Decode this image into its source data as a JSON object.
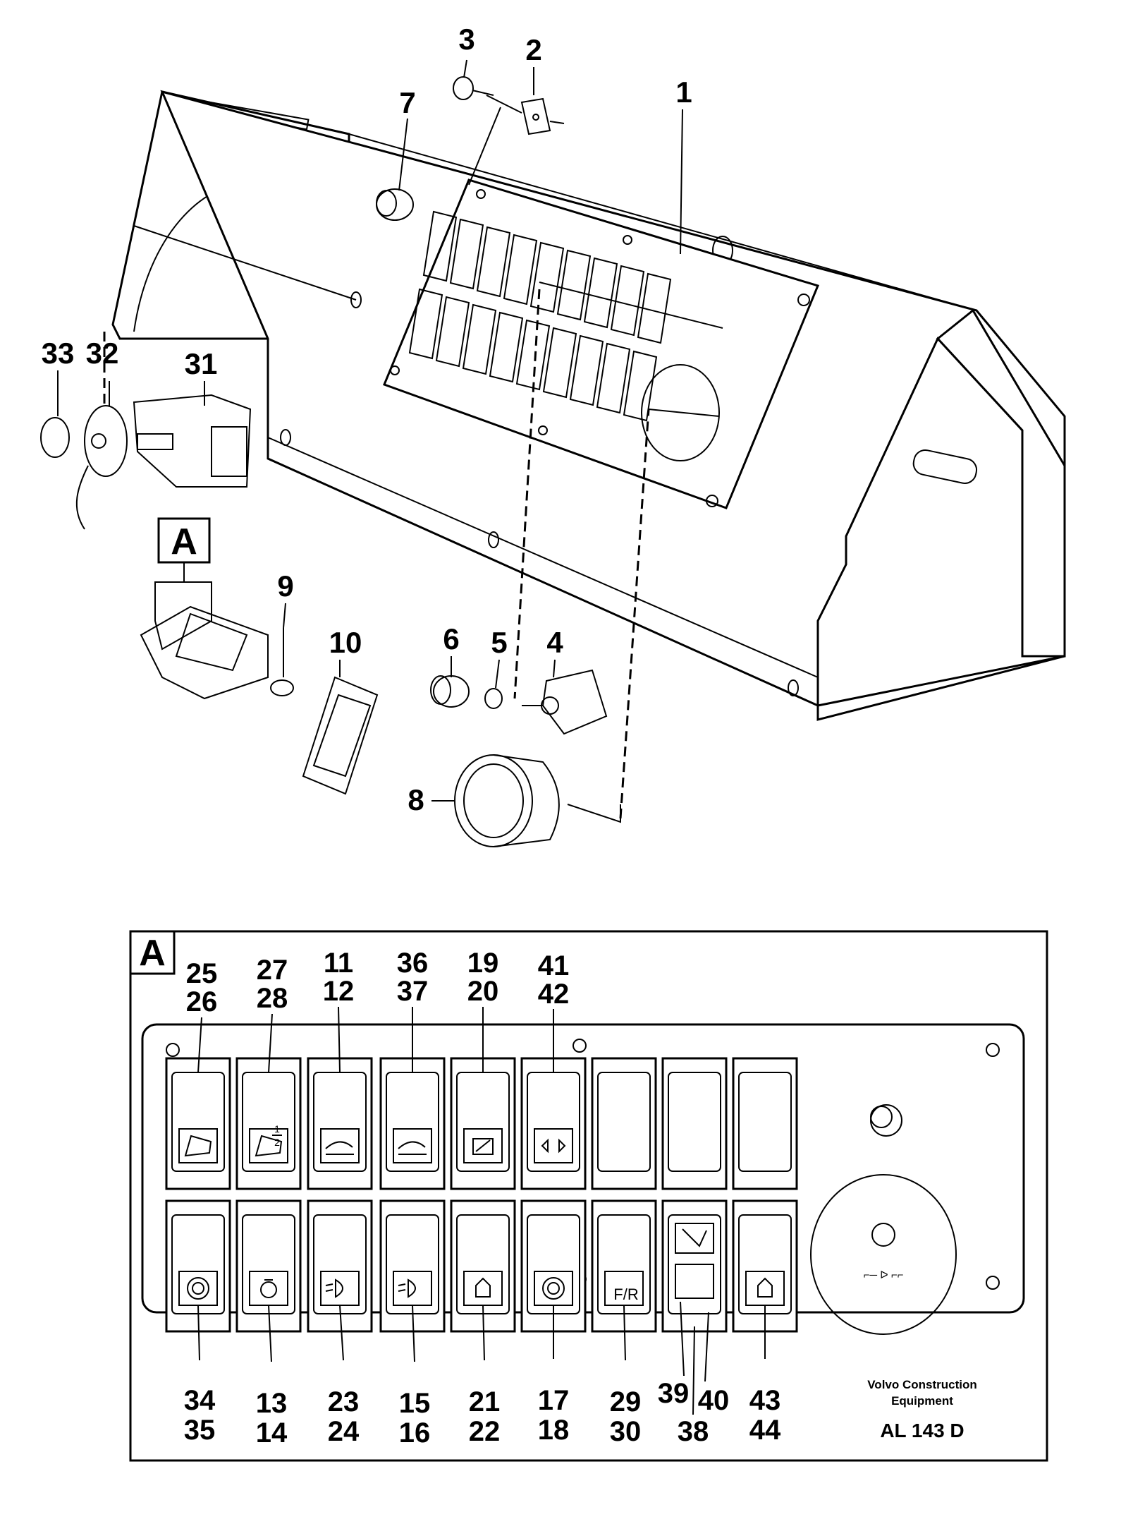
{
  "top_callouts": [
    "1",
    "2",
    "3",
    "4",
    "5",
    "6",
    "7",
    "8",
    "9",
    "10",
    "31",
    "32",
    "33"
  ],
  "top_box_label": "A",
  "detail_box_label": "A",
  "upper_row_top_labels": [
    {
      "a": "25",
      "b": "26"
    },
    {
      "a": "27",
      "b": "28"
    },
    {
      "a": "11",
      "b": "12"
    },
    {
      "a": "36",
      "b": "37"
    },
    {
      "a": "19",
      "b": "20"
    },
    {
      "a": "41",
      "b": "42"
    }
  ],
  "lower_row_bottom_labels": [
    {
      "a": "34",
      "b": "35"
    },
    {
      "a": "13",
      "b": "14"
    },
    {
      "a": "23",
      "b": "24"
    },
    {
      "a": "15",
      "b": "16"
    },
    {
      "a": "21",
      "b": "22"
    },
    {
      "a": "17",
      "b": "18"
    },
    {
      "a": "29",
      "b": "30"
    },
    {
      "a": "43",
      "b": "44"
    }
  ],
  "pair_labels": {
    "l39": "39",
    "l40": "40",
    "l38": "38"
  },
  "upper_switch_icons": [
    "wiper-icon",
    "lock-wiper-interval-icon",
    "road-surface-icon",
    "float-position-icon",
    "battery-disconnect-icon",
    "hazard-lamp-icon",
    "blank",
    "blank",
    "blank"
  ],
  "lower_switch_icons": [
    "air-conditioning-icon",
    "work-light-icon",
    "headlight-low-icon",
    "headlight-high-icon",
    "rotating-beacon-icon",
    "gear-indicator-icon",
    "fr-icon",
    "rear-wiper-washer-icon",
    "fuel-pump-icon"
  ],
  "fr_text": "F/R",
  "half_fraction": {
    "top": "1",
    "bottom": "2"
  },
  "footer": {
    "company_line1": "Volvo Construction",
    "company_line2": "Equipment",
    "code": "AL 143 D"
  }
}
